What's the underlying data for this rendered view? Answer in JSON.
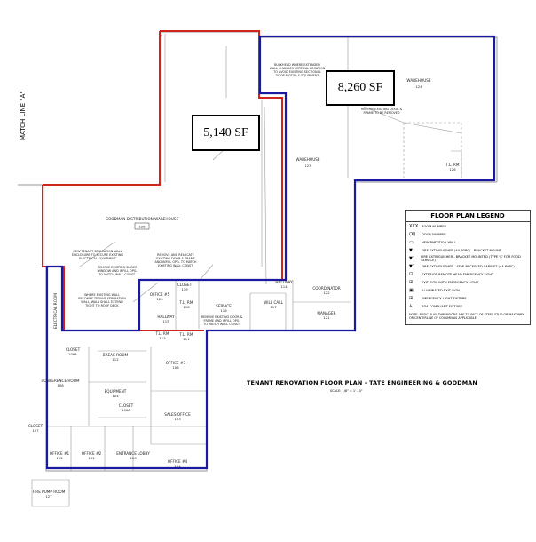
{
  "areas": {
    "left_sf": "5,140 SF",
    "right_sf": "8,260 SF"
  },
  "match_line": "MATCH LINE \"A\"",
  "title": "TENANT RENOVATION FLOOR PLAN - TATE ENGINEERING & GOODMAN",
  "scale": "SCALE: 1/8\" = 1' - 0\"",
  "colors": {
    "goodman_outline": "#d0241c",
    "tate_outline": "#1a1aa0"
  },
  "rooms": {
    "goodman": {
      "name": "GOODMAN DISTRIBUTION WAREHOUSE",
      "num": "125"
    },
    "wh123": {
      "name": "WAREHOUSE",
      "num": "123"
    },
    "wh124": {
      "name": "WAREHOUSE",
      "num": "124"
    },
    "electrical": {
      "name": "ELECTRICAL ROOM"
    },
    "closet109": {
      "name": "CLOSET",
      "num": "109A"
    },
    "break": {
      "name": "BREAK ROOM",
      "num": "112"
    },
    "conference": {
      "name": "CONFERENCE ROOM",
      "num": "108"
    },
    "equipment": {
      "name": "EQUIPMENT",
      "num": "104"
    },
    "closet106": {
      "name": "CLOSET",
      "num": "106A"
    },
    "office106": {
      "name": "OFFICE #3",
      "num": "106"
    },
    "sales": {
      "name": "SALES OFFICE",
      "num": "103"
    },
    "closet107": {
      "name": "CLOSET",
      "num": "107"
    },
    "office102": {
      "name": "OFFICE #1",
      "num": "102"
    },
    "office101": {
      "name": "OFFICE #2",
      "num": "101"
    },
    "lobby": {
      "name": "ENTRANCE LOBBY",
      "num": "100"
    },
    "office104": {
      "name": "OFFICE #4",
      "num": "104"
    },
    "firepump": {
      "name": "FIRE PUMP ROOM",
      "num": "127"
    },
    "office120": {
      "name": "OFFICE #5",
      "num": "120"
    },
    "closet119": {
      "name": "CLOSET",
      "num": "119"
    },
    "toilet118": {
      "name": "T.L. RM",
      "num": "118"
    },
    "toilet113": {
      "name": "T.L. RM",
      "num": "113"
    },
    "toilet111": {
      "name": "T.L. RM",
      "num": "111"
    },
    "hallway115": {
      "name": "HALLWAY",
      "num": "115"
    },
    "service": {
      "name": "SERVICE",
      "num": "116"
    },
    "willcall": {
      "name": "WILL CALL",
      "num": "117"
    },
    "hallway114": {
      "name": "HALLWAY",
      "num": "114"
    },
    "coordinator": {
      "name": "COORDINATOR",
      "num": "122"
    },
    "manager": {
      "name": "MANAGER",
      "num": "121"
    },
    "toilet126": {
      "name": "T.L. RM",
      "num": "126"
    }
  },
  "notes": {
    "n1": [
      "BULKHEAD WHERE EXTENDED",
      "WALL CHANGES VERTICAL LOCATION",
      "TO AVOID EXISTING SECTIONAL",
      "DOOR MOTOR & EQUIPMENT"
    ],
    "n2": [
      "NEW TENANT SEPARATION WALL",
      "ENCLOSURE TO SECURE EXISTING",
      "ELECTRICAL EQUIPMENT"
    ],
    "n3": [
      "REMOVE AND RELOCATE",
      "EXISTING DOOR & FRAME",
      "AND INFILL OPG. TO MATCH",
      "EXISTING WALL CONST."
    ],
    "n4": [
      "REMOVE EXISTING SLIDER",
      "WINDOW AND INFILL OPG.",
      "TO MATCH WALL CONST."
    ],
    "n5": [
      "WHERE EXISTING WALL",
      "BECOMES TENANT SEPARATION",
      "WALL, WALL SHALL EXTEND",
      "TIGHT TO ROOF DECK"
    ],
    "n6": [
      "REMOVE EXISTING DOOR &",
      "FRAME AND INFILL OPG.",
      "TO MATCH WALL CONST."
    ],
    "n7": [
      "REMOVE EXISTING DOOR &",
      "FRAME TO BE REMOVED"
    ]
  },
  "legend": {
    "title": "FLOOR PLAN LEGEND",
    "items": [
      {
        "sym": "XXX",
        "text": "ROOM NUMBER"
      },
      {
        "sym": "(X)",
        "text": "DOOR NUMBER"
      },
      {
        "sym": "▭",
        "text": "NEW PARTITION WALL"
      },
      {
        "sym": "▼",
        "text": "FIRE EXTINGUISHER (4A-60BC) - BRACKET MOUNT"
      },
      {
        "sym": "▼1",
        "text": "FIRE EXTINGUISHER - BRACKET MOUNTED (TYPE 'K' FOR FOOD SERVICE)"
      },
      {
        "sym": "▼1",
        "text": "FIRE EXTINGUISHER - SEMI-RECESSED CABINET (4A-60BC)"
      },
      {
        "sym": "⊡",
        "text": "EXTERIOR REMOTE HEAD EMERGENCY LIGHT"
      },
      {
        "sym": "⊞",
        "text": "EXIT SIGN WITH EMERGENCY LIGHT"
      },
      {
        "sym": "▣",
        "text": "ILLUMINATED EXIT SIGN"
      },
      {
        "sym": "⊞",
        "text": "EMERGENCY LIGHT FIXTURE"
      },
      {
        "sym": "♿",
        "text": "ADA COMPLIANT FIXTURE"
      }
    ],
    "note": "NOTE: BASIC PLAN DIMENSIONS ARE TO FACE OF STEEL STUD OR MASONRY, OR CENTERLINE OF COLUMN AS APPLICABLE."
  }
}
